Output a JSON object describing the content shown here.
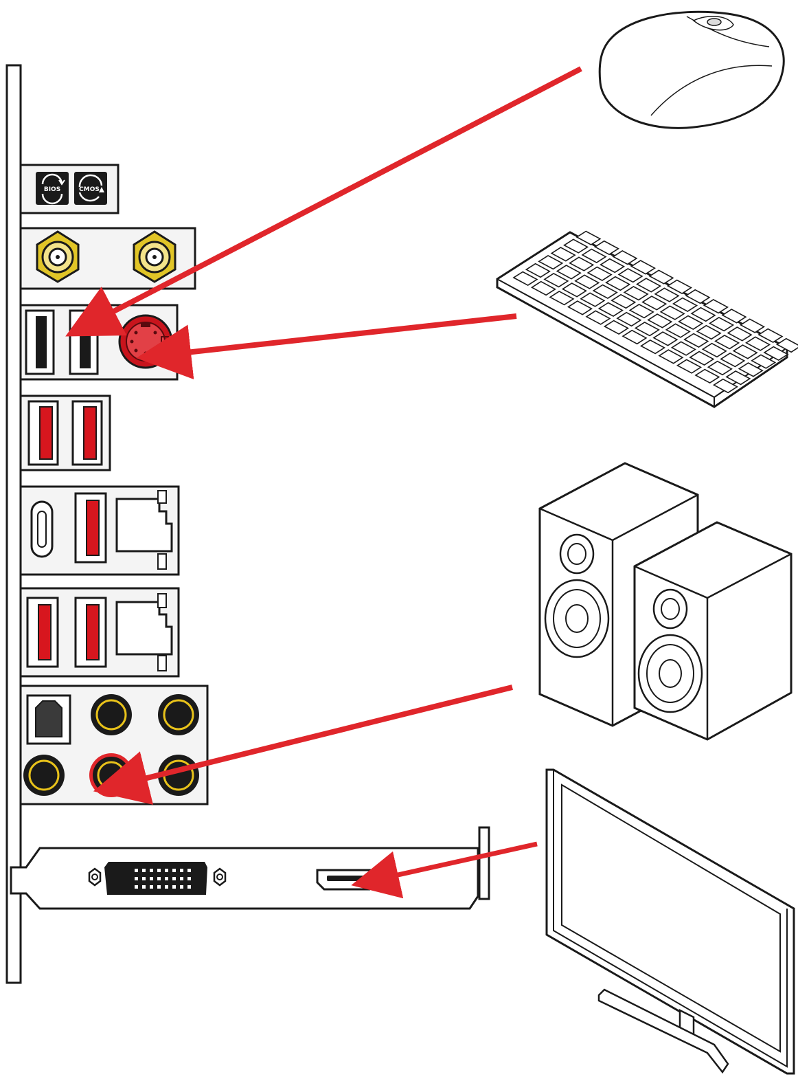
{
  "buttons": {
    "bios_label": "BIOS",
    "cmos_label": "CMOS"
  },
  "icons": {
    "bios_flash": "bios-flashback-icon",
    "clear_cmos": "clear-cmos-icon"
  },
  "devices": [
    {
      "id": "mouse",
      "icon": "mouse-icon",
      "target": "usb-2-port"
    },
    {
      "id": "keyboard",
      "icon": "keyboard-icon",
      "target": "ps2-port"
    },
    {
      "id": "speakers",
      "icon": "speakers-icon",
      "target": "audio-line-out-jack"
    },
    {
      "id": "monitor",
      "icon": "monitor-icon",
      "target": "hdmi-port"
    }
  ],
  "colors": {
    "outline": "#1a1a1a",
    "arrow": "#e0262b",
    "usb3_red": "#d7161e",
    "ps2_red": "#c8141c",
    "antenna_gold": "#e1c527",
    "audio_ring": "#e8c21a",
    "audio_line_out": "#e0262b",
    "panel_gray": "#f4f4f4"
  }
}
